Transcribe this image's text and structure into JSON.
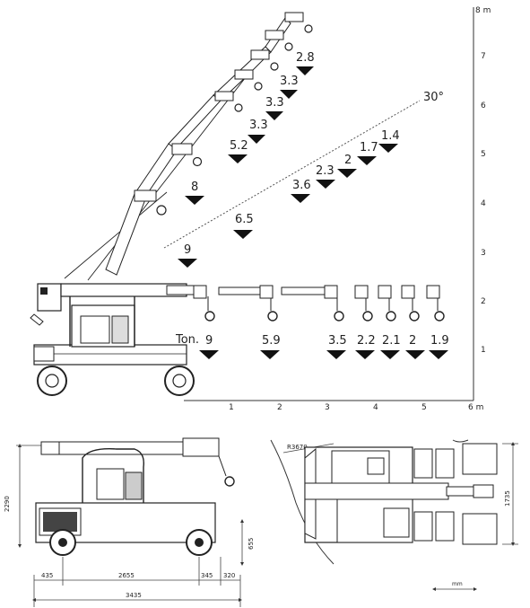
{
  "main_chart": {
    "y_axis": {
      "ticks": [
        "1",
        "2",
        "3",
        "4",
        "5",
        "6",
        "7"
      ],
      "unit_label": "8 m"
    },
    "x_axis": {
      "ticks": [
        "1",
        "2",
        "3",
        "4",
        "5"
      ],
      "unit_label": "6 m"
    },
    "angle_label": "30°",
    "ton_label": "Ton.",
    "load_labels": {
      "boom_vertical": [
        "2.8",
        "3.3",
        "3.3",
        "3.3",
        "5.2",
        "8",
        "6.5",
        "9"
      ],
      "boom_30deg": [
        "1.4",
        "1.7",
        "2",
        "2.3",
        "3.6"
      ],
      "boom_horizontal": [
        "9",
        "5.9",
        "3.5",
        "2.2",
        "2.1",
        "2",
        "1.9"
      ]
    }
  },
  "side_view": {
    "dims": {
      "height_total": "2290",
      "height_lower": "655",
      "front_overhang": "435",
      "wheelbase": "2655",
      "rear_a": "345",
      "rear_b": "320",
      "length_total": "3435"
    }
  },
  "top_view": {
    "radius_label": "R3670",
    "width_label": "1735",
    "unit_label": "mm"
  }
}
